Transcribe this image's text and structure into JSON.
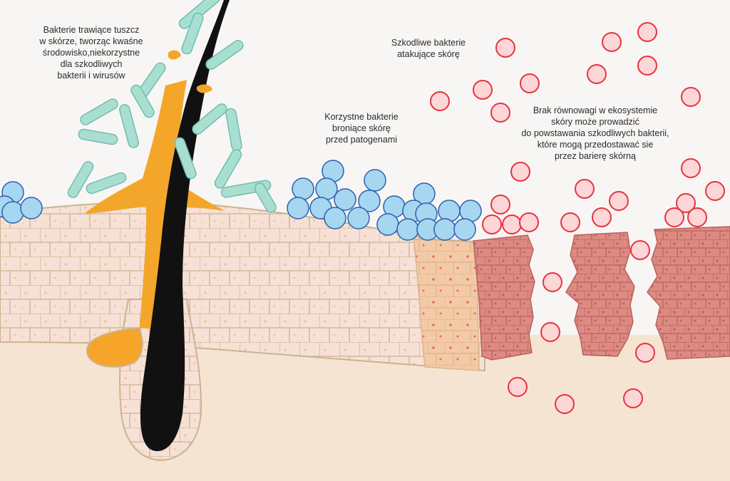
{
  "labels": {
    "tallow_bacteria": [
      "Bakterie trawiące tuszcz",
      "w skórze, tworząc kwaśne",
      "środowisko,niekorzystne",
      "dla szkodliwych",
      "bakterii i wirusów"
    ],
    "harmful_bacteria": [
      "Szkodliwe bakterie",
      "atakujące skórę"
    ],
    "beneficial_bacteria": [
      "Korzystne bakterie",
      "broniące skórę",
      "przed patogenami"
    ],
    "imbalance": [
      "Brak równowagi w ekosystemie",
      "skóry może prowadzić",
      "do powstawania szkodliwych bakterii,",
      "które mogą przedostawać sie",
      "przez barierę skórną"
    ]
  },
  "colors": {
    "background": "#f8f6f4",
    "dermis": "#f6e4d3",
    "epidermis": "#f7e0d6",
    "cell_outline": "#c9b48f",
    "inflamed": "#dd8a82",
    "inflamed_dark": "#b8625d",
    "blue_bacteria": "#a6d6f0",
    "blue_outline": "#2e5fb0",
    "red_bacteria_fill": "#fdd6d8",
    "red_bacteria_outline": "#e8333d",
    "rod_bacteria": "#a9dfd1",
    "rod_outline": "#6fbfad",
    "sebum": "#f4a62a",
    "hair": "#111111"
  }
}
